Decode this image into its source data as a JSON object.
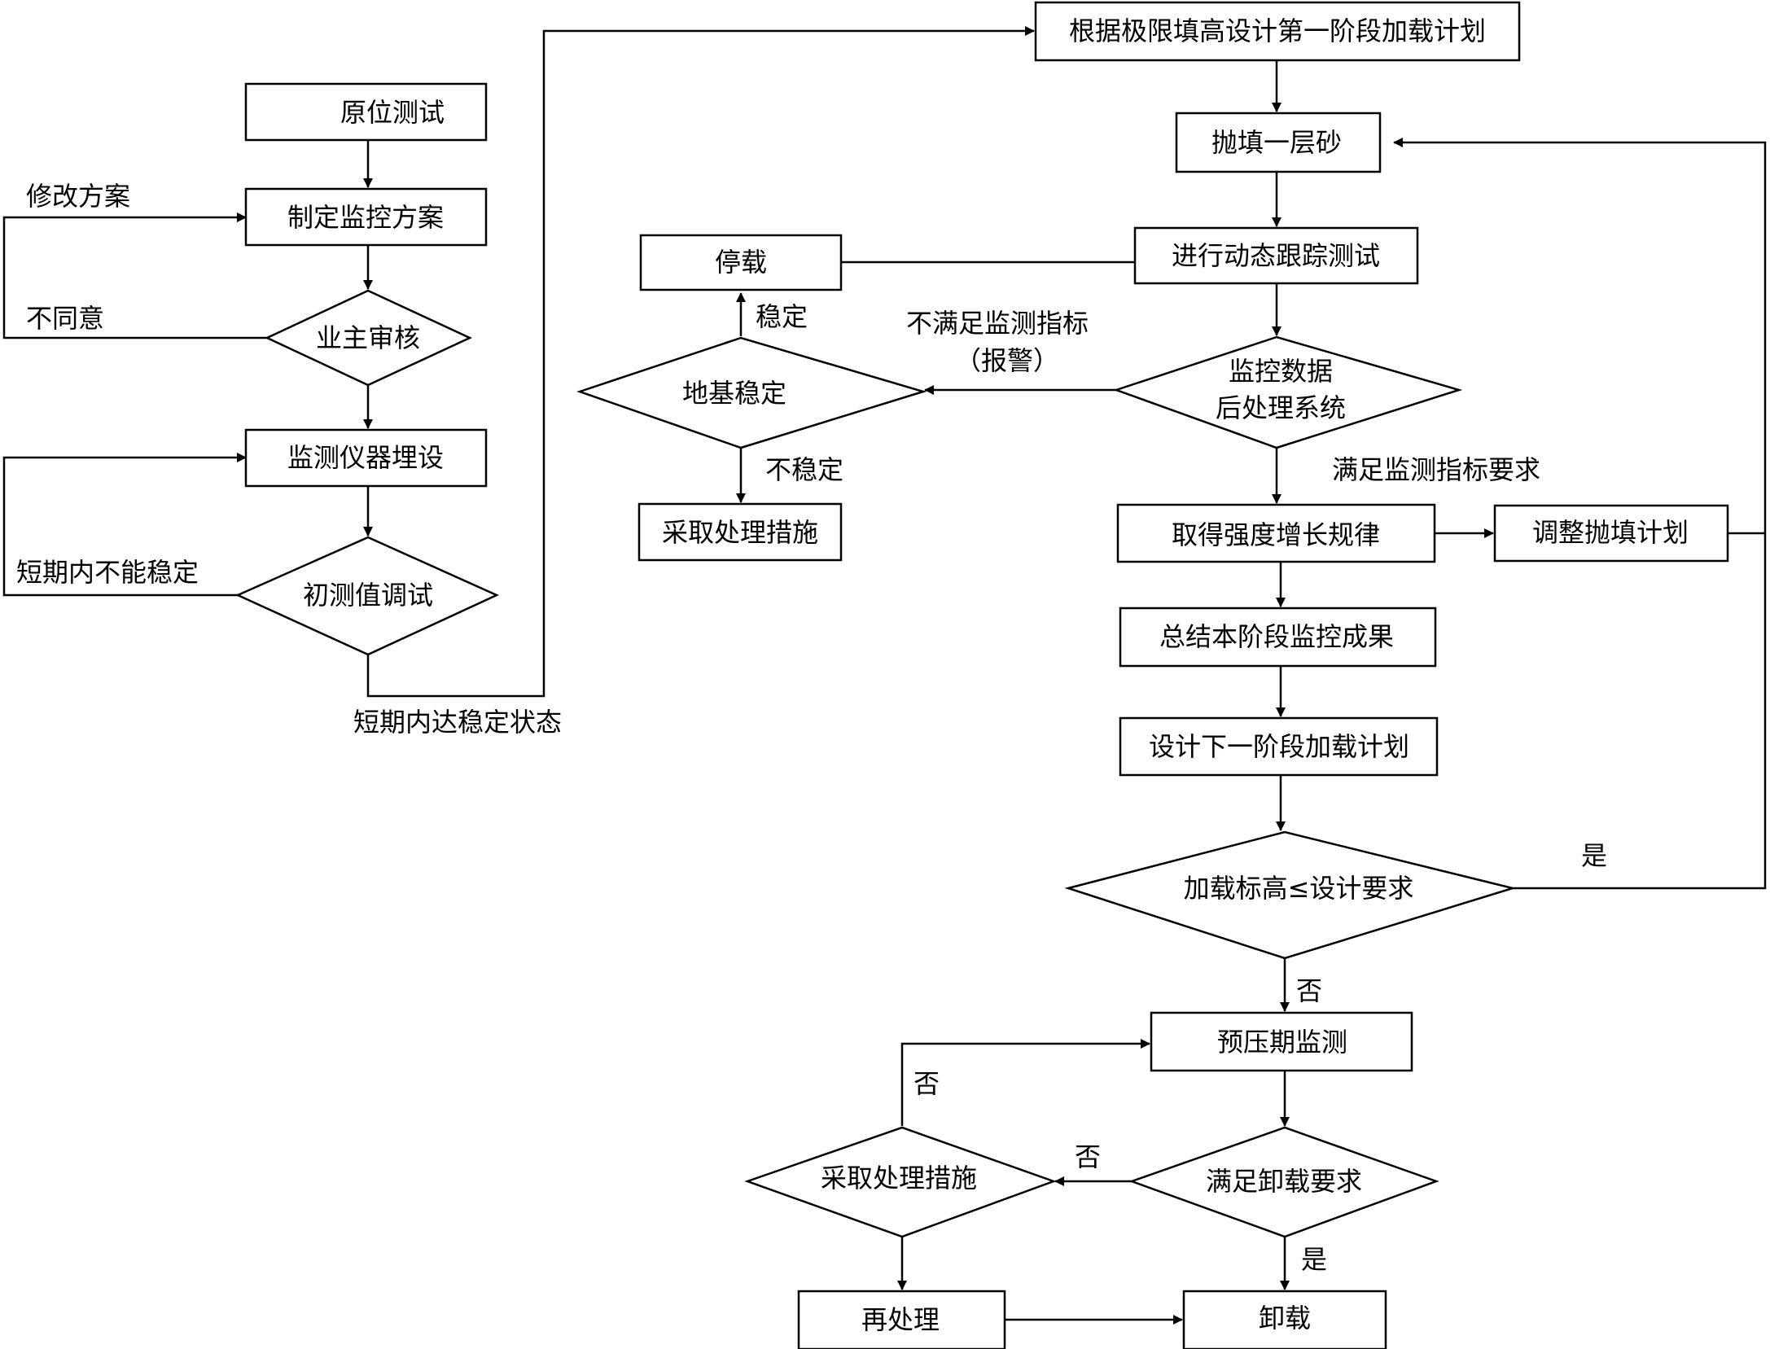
{
  "nodes": {
    "in_situ_test": "原位测试",
    "make_plan": "制定监控方案",
    "owner_review": "业主审核",
    "install_instruments": "监测仪器埋设",
    "initial_debug": "初测值调试",
    "stage1_plan": "根据极限填高设计第一阶段加载计划",
    "throw_fill_sand": "抛填一层砂",
    "dynamic_tracking": "进行动态跟踪测试",
    "data_system_line1": "监控数据",
    "data_system_line2": "后处理系统",
    "stop_loading": "停载",
    "foundation_stable": "地基稳定",
    "take_measures_top": "采取处理措施",
    "strength_law": "取得强度增长规律",
    "adjust_fill_plan": "调整抛填计划",
    "summarize_results": "总结本阶段监控成果",
    "next_stage_plan": "设计下一阶段加载计划",
    "load_elevation_check": "加载标高≤设计要求",
    "preload_monitoring": "预压期监测",
    "unloading_req": "满足卸载要求",
    "take_measures_bottom": "采取处理措施",
    "reprocess": "再处理",
    "unload": "卸载"
  },
  "labels": {
    "modify_plan": "修改方案",
    "disagree": "不同意",
    "not_stable_short": "短期内不能稳定",
    "stable_short": "短期内达稳定状态",
    "not_meet_index": "不满足监测指标",
    "alarm": "（报警）",
    "stable": "稳定",
    "unstable": "不稳定",
    "meet_index": "满足监测指标要求",
    "yes_loop": "是",
    "no_to_preload": "否",
    "no_to_measures": "否",
    "no_back_preload": "否",
    "yes_to_unload": "是"
  }
}
